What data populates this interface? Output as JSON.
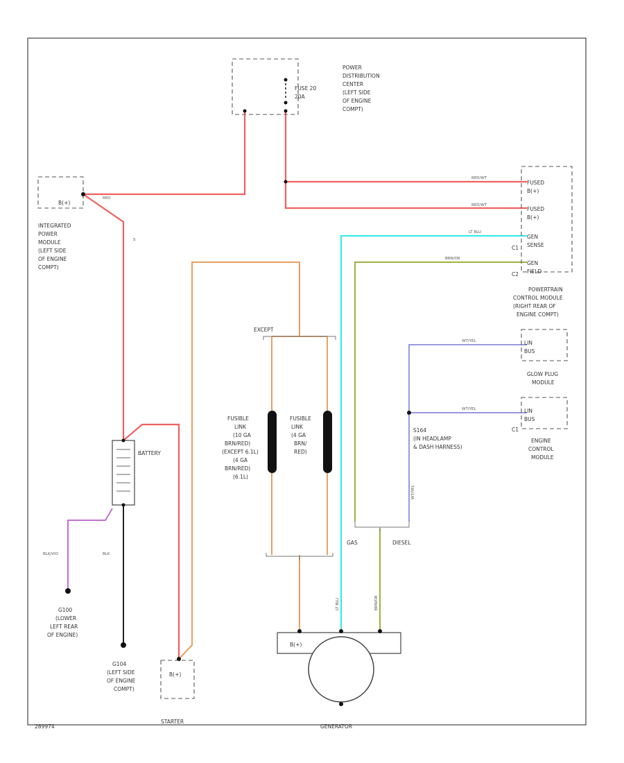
{
  "components": {
    "pdc": [
      "POWER",
      "DISTRIBUTION",
      "CENTER",
      "(LEFT SIDE",
      "OF ENGINE",
      "COMPT)"
    ],
    "fuse": [
      "FUSE 20",
      "20A"
    ],
    "ipm": [
      "INTEGRATED",
      "POWER",
      "MODULE",
      "(LEFT SIDE",
      "OF ENGINE",
      "COMPT)"
    ],
    "pcm": [
      "POWERTRAIN",
      "CONTROL MODULE",
      "(RIGHT REAR OF",
      "ENGINE COMPT)"
    ],
    "pcm_pins": [
      "FUSED",
      "B(+)",
      "FUSED",
      "B(+)",
      "GEN",
      "SENSE",
      "GEN",
      "FIELD"
    ],
    "connectors": [
      "C1",
      "C2",
      "C1"
    ],
    "glow": [
      "GLOW PLUG",
      "MODULE"
    ],
    "glow_pins": [
      "LIN",
      "BUS"
    ],
    "ecm": [
      "ENGINE",
      "CONTROL",
      "MODULE"
    ],
    "ecm_pins": [
      "LIN",
      "BUS"
    ],
    "fusible_left": [
      "FUSIBLE",
      "LINK",
      "(10 GA",
      "BRN/RED)",
      "(EXCEPT 6.1L)",
      "(4 GA",
      "BRN/RED)",
      "(6.1L)"
    ],
    "fusible_right": [
      "FUSIBLE",
      "LINK",
      "(4 GA",
      "BRN/",
      "RED)"
    ],
    "battery": "BATTERY",
    "splice": [
      "S164",
      "(IN HEADLAMP",
      "& DASH HARNESS)"
    ],
    "ground_left": [
      "G100",
      "(LOWER",
      "LEFT REAR",
      "OF ENGINE)"
    ],
    "ground_mid": [
      "G104",
      "(LEFT SIDE",
      "OF ENGINE",
      "COMPT)"
    ],
    "starter": "STARTER",
    "generator": "GENERATOR",
    "bplus": "B(+)",
    "except": "EXCEPT",
    "labels": {
      "gas": "GAS",
      "diesel": "DIESEL",
      "code": "289974"
    }
  },
  "wires": {
    "red": "RED",
    "red_wt": "RED/WT",
    "red_wt2": "RED/WT",
    "s": "S",
    "ltblu": "LT BLU",
    "brnor": "BRN/OR",
    "wtyel1": "WT/YEL",
    "wtyel2": "WT/YEL",
    "blkvio": "BLK/VIO",
    "blk": "BLK",
    "ltblu2": "LT BLU",
    "brnor2": "BRN/OR",
    "wtyel3": "WT/YEL"
  },
  "colors": {
    "red": "#f06060",
    "orange": "#e8a060",
    "cyan": "#30e8e8",
    "olive": "#a0b040",
    "violet": "#9898e0",
    "magenta": "#c070d0",
    "black": "#222222"
  }
}
